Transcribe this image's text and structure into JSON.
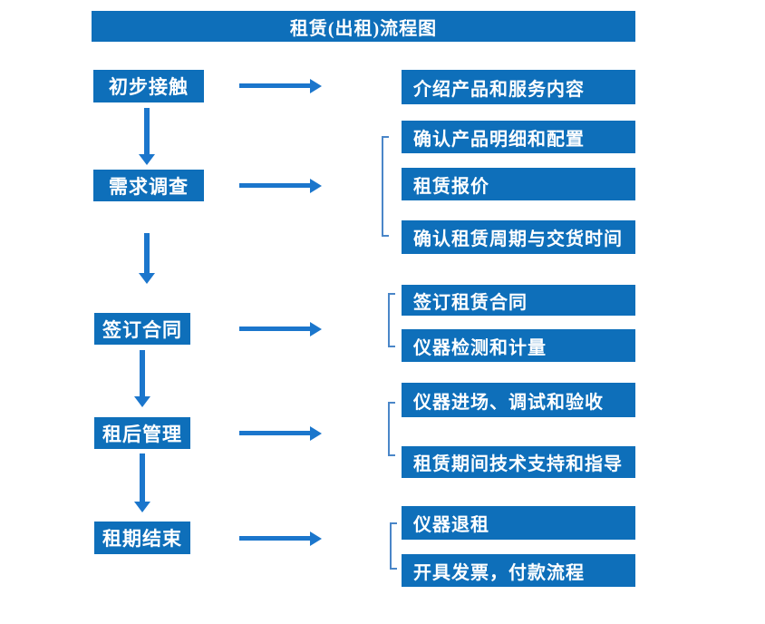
{
  "title": "租赁(出租)流程图",
  "colors": {
    "primary_blue": "#0e6fba",
    "arrow_blue": "#1b76cc",
    "bracket_blue": "#4a86c8",
    "text_white": "#ffffff",
    "background": "#ffffff"
  },
  "stages": [
    {
      "label": "初步接触",
      "details": [
        "介绍产品和服务内容"
      ]
    },
    {
      "label": "需求调查",
      "details": [
        "确认产品明细和配置",
        "租赁报价",
        "确认租赁周期与交货时间"
      ]
    },
    {
      "label": "签订合同",
      "details": [
        "签订租赁合同",
        "仪器检测和计量"
      ]
    },
    {
      "label": "租后管理",
      "details": [
        "仪器进场、调试和验收",
        "租赁期间技术支持和指导"
      ]
    },
    {
      "label": "租期结束",
      "details": [
        "仪器退租",
        "开具发票，付款流程"
      ]
    }
  ]
}
